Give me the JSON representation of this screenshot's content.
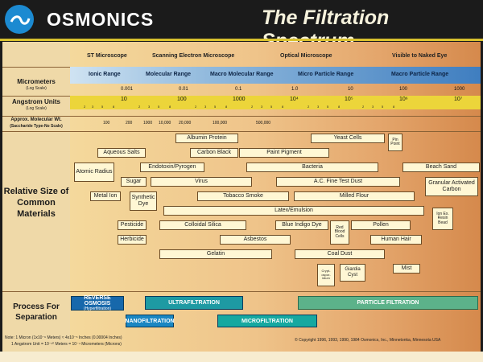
{
  "header": {
    "brand": "OSMONICS",
    "title": "The Filtration Spectrum"
  },
  "row_labels": {
    "micrometers": "Micrometers",
    "micrometers_scale": "(Log Scale)",
    "angstrom": "Angstrom Units",
    "angstrom_scale": "(Log Scale)",
    "mw": "Approx. Molecular Wt.",
    "mw_scale": "(Saccharide Type-No Scale)",
    "relative_size": "Relative Size of Common Materials",
    "process": "Process For Separation"
  },
  "microscopes": [
    "ST Microscope",
    "Scanning Electron Microscope",
    "Optical Microscope",
    "Visible to Naked Eye"
  ],
  "ranges": [
    "Ionic Range",
    "Molecular Range",
    "Macro Molecular Range",
    "Micro Particle Range",
    "Macro Particle Range"
  ],
  "micrometer_ticks": [
    "0.001",
    "0.01",
    "0.1",
    "1.0",
    "10",
    "100",
    "1000"
  ],
  "angstrom_ticks": [
    "10",
    "100",
    "1000",
    "10⁴",
    "10⁵",
    "10⁶",
    "10⁷"
  ],
  "angstrom_minor": [
    "2",
    "3",
    "5",
    "8",
    "2",
    "3",
    "5",
    "8",
    "2",
    "3",
    "5",
    "8",
    "2",
    "3",
    "5",
    "8",
    "2",
    "3",
    "5",
    "8",
    "2",
    "3",
    "5",
    "8"
  ],
  "mw_values": [
    "100",
    "200",
    "1000",
    "10,000",
    "20,000",
    "100,000",
    "500,000"
  ],
  "materials": {
    "albumin_protein": "Albumin Protein",
    "yeast_cells": "Yeast Cells",
    "pin_point": "Pin Point",
    "aqueous_salts": "Aqueous Salts",
    "carbon_black": "Carbon Black",
    "paint_pigment": "Paint Pigment",
    "atomic_radius": "Atomic Radius",
    "endotoxin": "Endotoxin/Pyrogen",
    "bacteria": "Bacteria",
    "beach_sand": "Beach Sand",
    "sugar": "Sugar",
    "virus": "Virus",
    "ac_fine_test_dust": "A.C. Fine Test Dust",
    "granular_activated_carbon": "Granular Activated Carbon",
    "metal_ion": "Metal Ion",
    "synthetic_dye": "Synthetic Dye",
    "tobacco_smoke": "Tobacco Smoke",
    "milled_flour": "Milled Flour",
    "latex_emulsion": "Latex/Emulsion",
    "ion_ex_resin_bead": "Ion Ex. Resin Bead",
    "pesticide": "Pesticide",
    "colloidal_silica": "Colloidal Silica",
    "blue_indigo_dye": "Blue Indigo Dye",
    "red_blood_cells": "Red Blood Cells",
    "pollen": "Pollen",
    "herbicide": "Herbicide",
    "asbestos": "Asbestos",
    "human_hair": "Human Hair",
    "gelatin": "Gelatin",
    "coal_dust": "Coal Dust",
    "mist": "Mist",
    "cryptosporidium": "Crypt- ospor- idium",
    "giardia_cyst": "Giardia Cyst"
  },
  "process": {
    "reverse_osmosis": "REVERSE OSMOSIS",
    "reverse_osmosis_sub": "(Hyperfiltration)",
    "ultrafiltration": "ULTRAFILTRATION",
    "particle_filtration": "PARTICLE FILTRATION",
    "nanofiltration": "NANOFILTRATION",
    "microfiltration": "MICROFILTRATION"
  },
  "footer": {
    "note1": "Note: 1 Micron (1x10⁻⁶ Meters) ≈ 4x10⁻⁵ Inches (0.00004 Inches)",
    "note2": "1 Angstrom Unit = 10⁻¹⁰ Meters = 10⁻⁴ Micrometers (Microns)",
    "copyright": "© Copyright 1996, 1993, 1990, 1984 Osmonics, Inc., Minnetonka, Minnesota USA"
  },
  "colors": {
    "ro": "#1768ab",
    "uf": "#1e9aa3",
    "nano": "#1a86c2",
    "micro": "#16a8a0",
    "particle": "#5cb28a",
    "accent": "#d8c12e"
  }
}
